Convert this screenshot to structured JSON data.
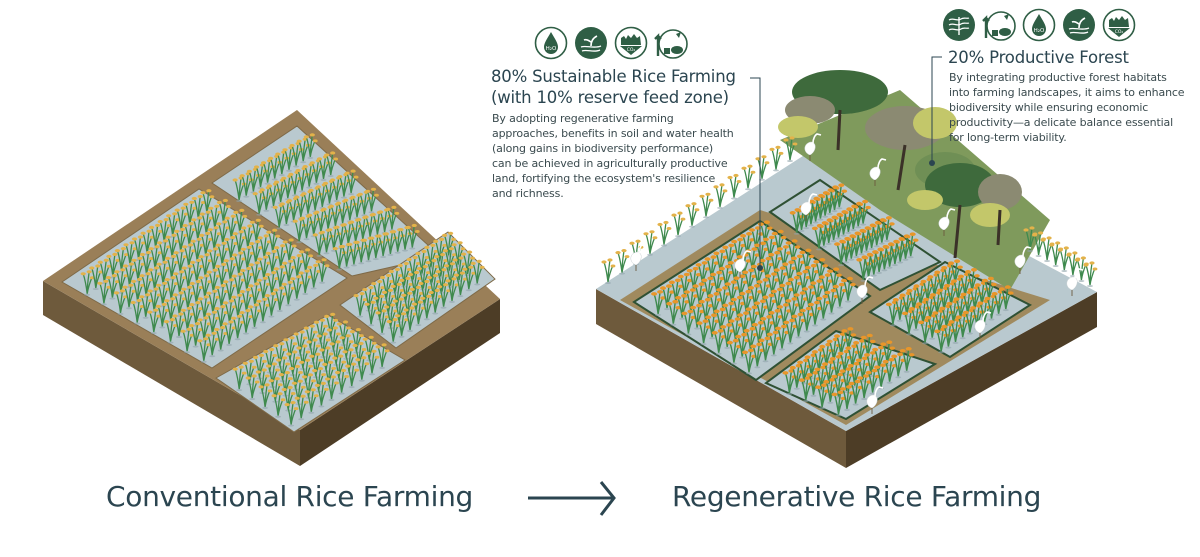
{
  "colors": {
    "text_primary": "#2b4550",
    "icon_green": "#2f5e45",
    "water": "#b9c9cf",
    "soil_top": "#9a7f58",
    "soil_side": "#6e5a3c",
    "soil_dark": "#4a3a24",
    "rice_stem": "#3f8a4e",
    "rice_grain_conventional": "#e3b24a",
    "rice_grain_regenerative": "#e8962a",
    "forest_dark": "#3e6a3c",
    "forest_mid": "#6f8f55",
    "forest_light": "#c3c76a",
    "forest_gray": "#8b8a72",
    "egret": "#ffffff",
    "leader_line": "#2b4550"
  },
  "captions": {
    "left": "Conventional Rice Farming",
    "right": "Regenerative Rice Farming",
    "arrow": "right-arrow"
  },
  "annotations": {
    "rice_farming": {
      "title_line1": "80% Sustainable Rice Farming",
      "title_line2": "(with 10% reserve feed zone)",
      "description": [
        "By adopting regenerative farming",
        "approaches, benefits in soil and water health",
        "(along gains in biodiversity performance)",
        "can be achieved in agriculturally productive",
        "land, fortifying the ecosystem's resilience",
        "and richness."
      ],
      "icons": [
        "water-h2o-icon",
        "soil-sprout-icon",
        "carbon-co2-icon",
        "biodiversity-increase-icon"
      ]
    },
    "forest": {
      "title": "20% Productive Forest",
      "description": [
        "By integrating productive forest habitats",
        "into farming landscapes, it aims to enhance",
        "biodiversity while ensuring economic",
        "productivity—a delicate balance essential",
        "for long-term viability."
      ],
      "icons": [
        "air-forest-icon",
        "biodiversity-increase-icon",
        "water-h2o-icon",
        "soil-sprout-icon",
        "carbon-co2-icon"
      ]
    }
  },
  "icon_labels": {
    "h2o": "H₂O",
    "co2": "CO₂"
  },
  "land_share": {
    "sustainable_rice_farming_percent": 80,
    "reserve_feed_zone_percent": 10,
    "productive_forest_percent": 20
  }
}
